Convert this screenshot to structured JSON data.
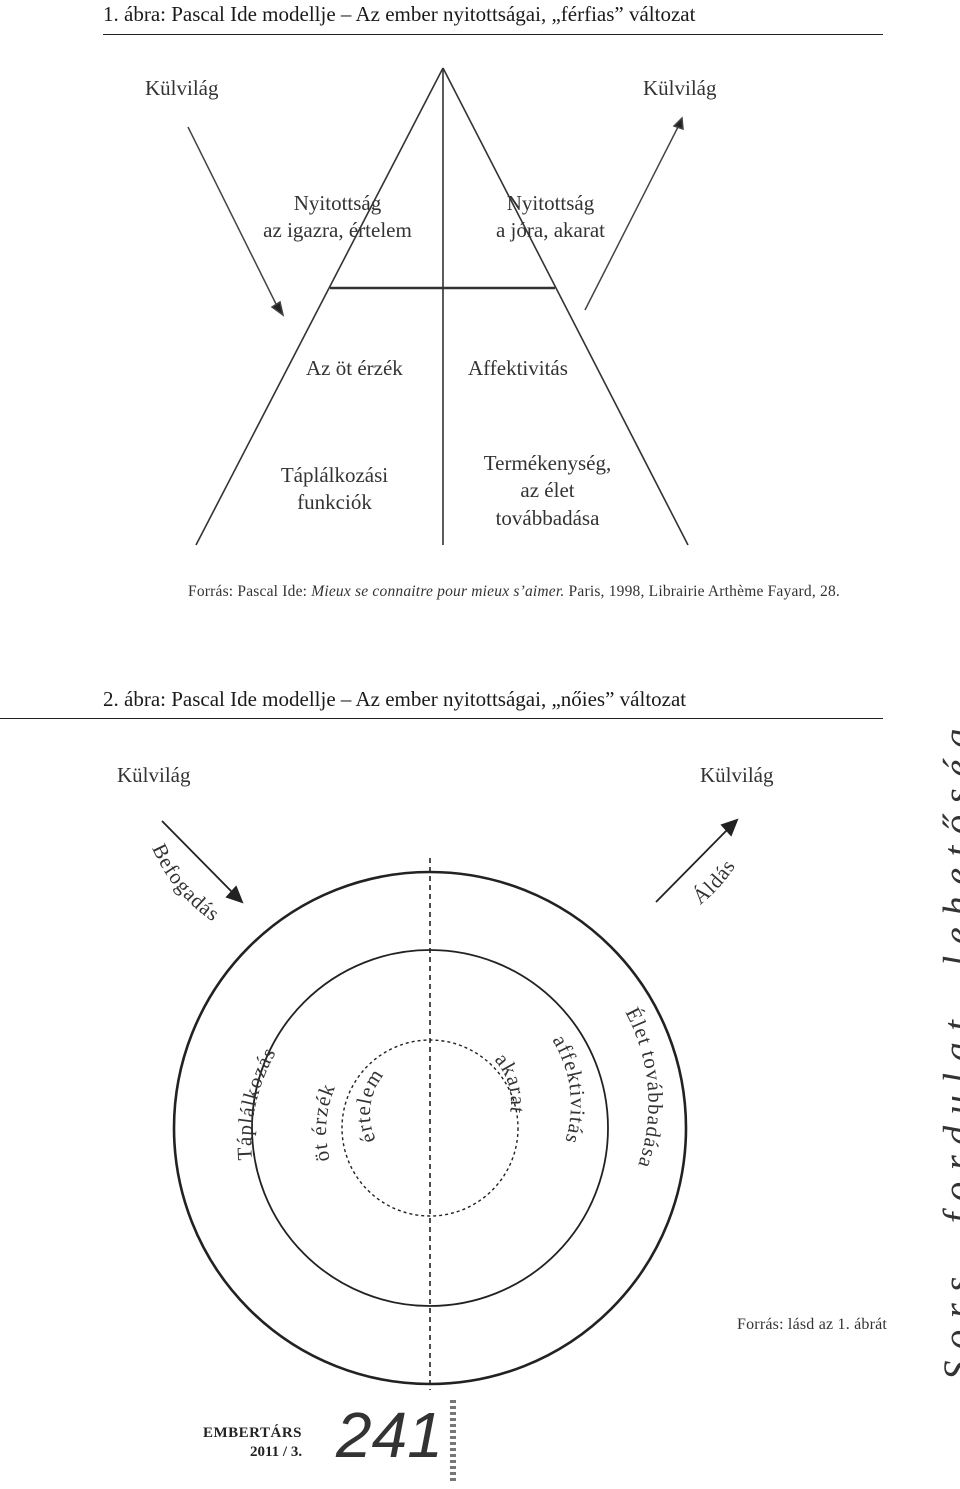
{
  "figure1": {
    "title": "1. ábra: Pascal Ide modellje – Az ember nyitottságai, „férfias” változat",
    "outer_left": "Külvilág",
    "outer_right": "Külvilág",
    "open_true_1": "Nyitottság",
    "open_true_2": "az igazra, értelem",
    "open_good_1": "Nyitottság",
    "open_good_2": "a jóra, akarat",
    "senses": "Az öt érzék",
    "affectivity": "Affektivitás",
    "nutrition_1": "Táplálkozási",
    "nutrition_2": "funkciók",
    "fertility_1": "Termékenység,",
    "fertility_2": "az élet",
    "fertility_3": "továbbadása",
    "source_prefix": "Forrás: Pascal Ide: ",
    "source_title": "Mieux se connaitre pour mieux s’aimer.",
    "source_suffix": " Paris, 1998, Librairie Arthème Fayard, 28."
  },
  "figure2": {
    "title": "2. ábra: Pascal Ide modellje – Az ember nyitottságai, „nőies” változat",
    "outer_left": "Külvilág",
    "outer_right": "Külvilág",
    "receive": "Befogadás",
    "blessing": "Áldás",
    "nutrition": "Táplálkozás",
    "senses": "öt érzék",
    "intellect": "értelem",
    "will": "akarat",
    "affectivity": "affektivitás",
    "life_passing": "Élet továbbadása",
    "source": "Forrás: lásd az 1. ábrát"
  },
  "side_text": "Sors, fordulat, lehetőség",
  "footer": {
    "magazine": "EMBERTÁRS",
    "issue": "2011 / 3.",
    "page": "241"
  }
}
